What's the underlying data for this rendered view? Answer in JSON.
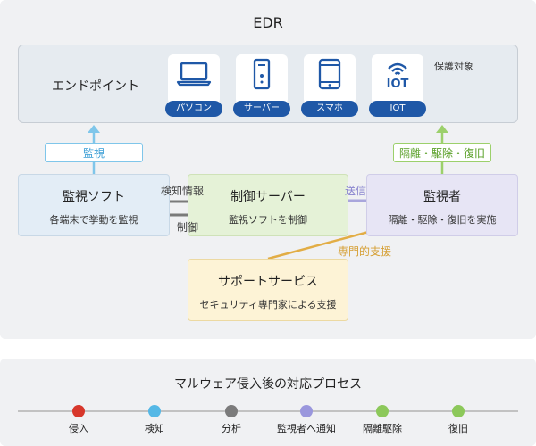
{
  "edr": {
    "title": "EDR",
    "endpoint": {
      "label": "エンドポイント",
      "note": "保護対象",
      "devices": [
        {
          "label": "パソコン",
          "icon": "laptop-icon"
        },
        {
          "label": "サーバー",
          "icon": "server-icon"
        },
        {
          "label": "スマホ",
          "icon": "smartphone-icon"
        },
        {
          "label": "IOT",
          "icon": "iot-icon"
        }
      ]
    },
    "monitor_tag": "監視",
    "isolate_tag": "隔離・駆除・復旧",
    "soft": {
      "title": "監視ソフト",
      "sub": "各端末で挙動を監視"
    },
    "server": {
      "title": "制御サーバー",
      "sub": "監視ソフトを制御"
    },
    "watcher": {
      "title": "監視者",
      "sub": "隔離・駆除・復旧を実施"
    },
    "support": {
      "title": "サポートサービス",
      "sub": "セキュリティ専門家による支援"
    },
    "arrows": {
      "detect": "検知情報",
      "control": "制御",
      "send": "送信",
      "expert": "専門的支援"
    }
  },
  "process": {
    "title": "マルウェア侵入後の対応プロセス",
    "steps": [
      {
        "label": "侵入",
        "color": "#d7372b"
      },
      {
        "label": "検知",
        "color": "#55b8e6"
      },
      {
        "label": "分析",
        "color": "#7b7b7b"
      },
      {
        "label": "監視者へ通知",
        "color": "#9a97dd"
      },
      {
        "label": "隔離駆除",
        "color": "#8cc85a"
      },
      {
        "label": "復旧",
        "color": "#8cc85a"
      }
    ]
  },
  "colors": {
    "device_label_bg": "#1f58a7",
    "monitor_arrow": "#7fc6ea",
    "isolate_arrow": "#9cd06b",
    "send_arrow": "#a9a6dc",
    "expert_arrow": "#e2ad45",
    "gray_arrow": "#7a7a7a"
  }
}
